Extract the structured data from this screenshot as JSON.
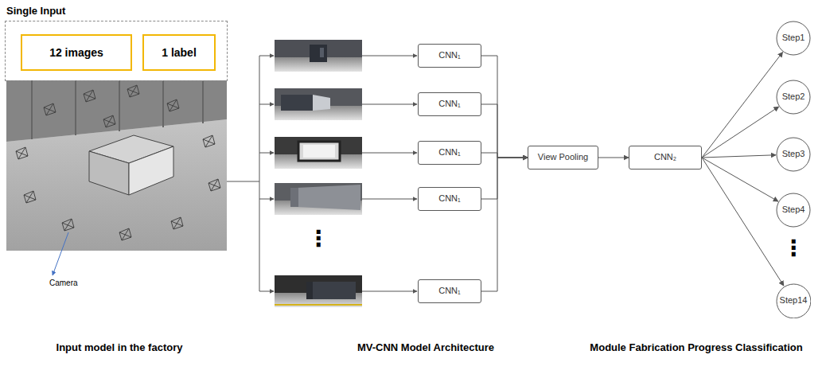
{
  "diagram": {
    "nodes": [
      {
        "text": [
          "Single Input"
        ]
      },
      {
        "text": [
          "12 images"
        ],
        "in": 0
      },
      {
        "text": [
          "1 label"
        ],
        "in": 0
      },
      {
        "text": [
          "CNN₁"
        ]
      },
      {
        "text": [
          "CNN₁"
        ]
      },
      {
        "text": [
          "CNN₁"
        ]
      },
      {
        "text": [
          "CNN₁"
        ]
      },
      {
        "text": [
          "CNN₁"
        ]
      },
      {
        "text": [
          "View Pooling"
        ]
      },
      {
        "text": [
          "CNN₂"
        ]
      },
      {
        "text": [
          "Step1"
        ]
      },
      {
        "text": [
          "Step2"
        ]
      },
      {
        "text": [
          "Step3"
        ]
      },
      {
        "text": [
          "Step4"
        ]
      },
      {
        "text": [
          "Step14"
        ]
      }
    ],
    "edges": [
      {
        "from": 3,
        "to": 8,
        "arrow": "to"
      },
      {
        "from": 4,
        "to": 8,
        "arrow": "to"
      },
      {
        "from": 5,
        "to": 8,
        "arrow": "to"
      },
      {
        "from": 6,
        "to": 8,
        "arrow": "to"
      },
      {
        "from": 7,
        "to": 8,
        "arrow": "to"
      },
      {
        "from": 8,
        "to": 9,
        "arrow": "to"
      },
      {
        "from": 9,
        "to": 10,
        "arrow": "to"
      },
      {
        "from": 9,
        "to": 11,
        "arrow": "to"
      },
      {
        "from": 9,
        "to": 12,
        "arrow": "to"
      },
      {
        "from": 9,
        "to": 13,
        "arrow": "to"
      },
      {
        "from": 9,
        "to": 14,
        "arrow": "to"
      }
    ],
    "labels": [
      "Camera",
      "⋮",
      "⋮",
      "Input model in the factory",
      "MV-CNN Model Architecture",
      "Module Fabrication Progress Classification"
    ]
  }
}
